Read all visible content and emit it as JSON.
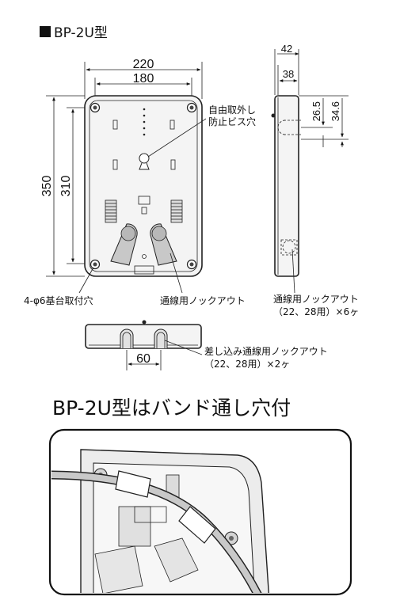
{
  "title": "BP-2U型",
  "front_view": {
    "width_outer": "220",
    "width_inner": "180",
    "height_outer": "350",
    "height_inner": "310"
  },
  "side_view": {
    "depth_outer": "42",
    "depth_inner": "38",
    "offset_a": "26.5",
    "offset_b": "34.6"
  },
  "bottom_view": {
    "spacing": "60"
  },
  "callouts": {
    "screw_hole_line1": "自由取外し",
    "screw_hole_line2": "防止ビス穴",
    "mount_holes": "4-φ6基台取付穴",
    "knockout_front": "通線用ノックアウト",
    "knockout_side_line1": "通線用ノックアウト",
    "knockout_side_line2": "（22、28用）×6ヶ",
    "insert_knockout_line1": "差し込み通線用ノックアウト",
    "insert_knockout_line2": "（22、28用）×2ヶ"
  },
  "band_section": {
    "heading": "BP-2U型はバンド通し穴付"
  }
}
